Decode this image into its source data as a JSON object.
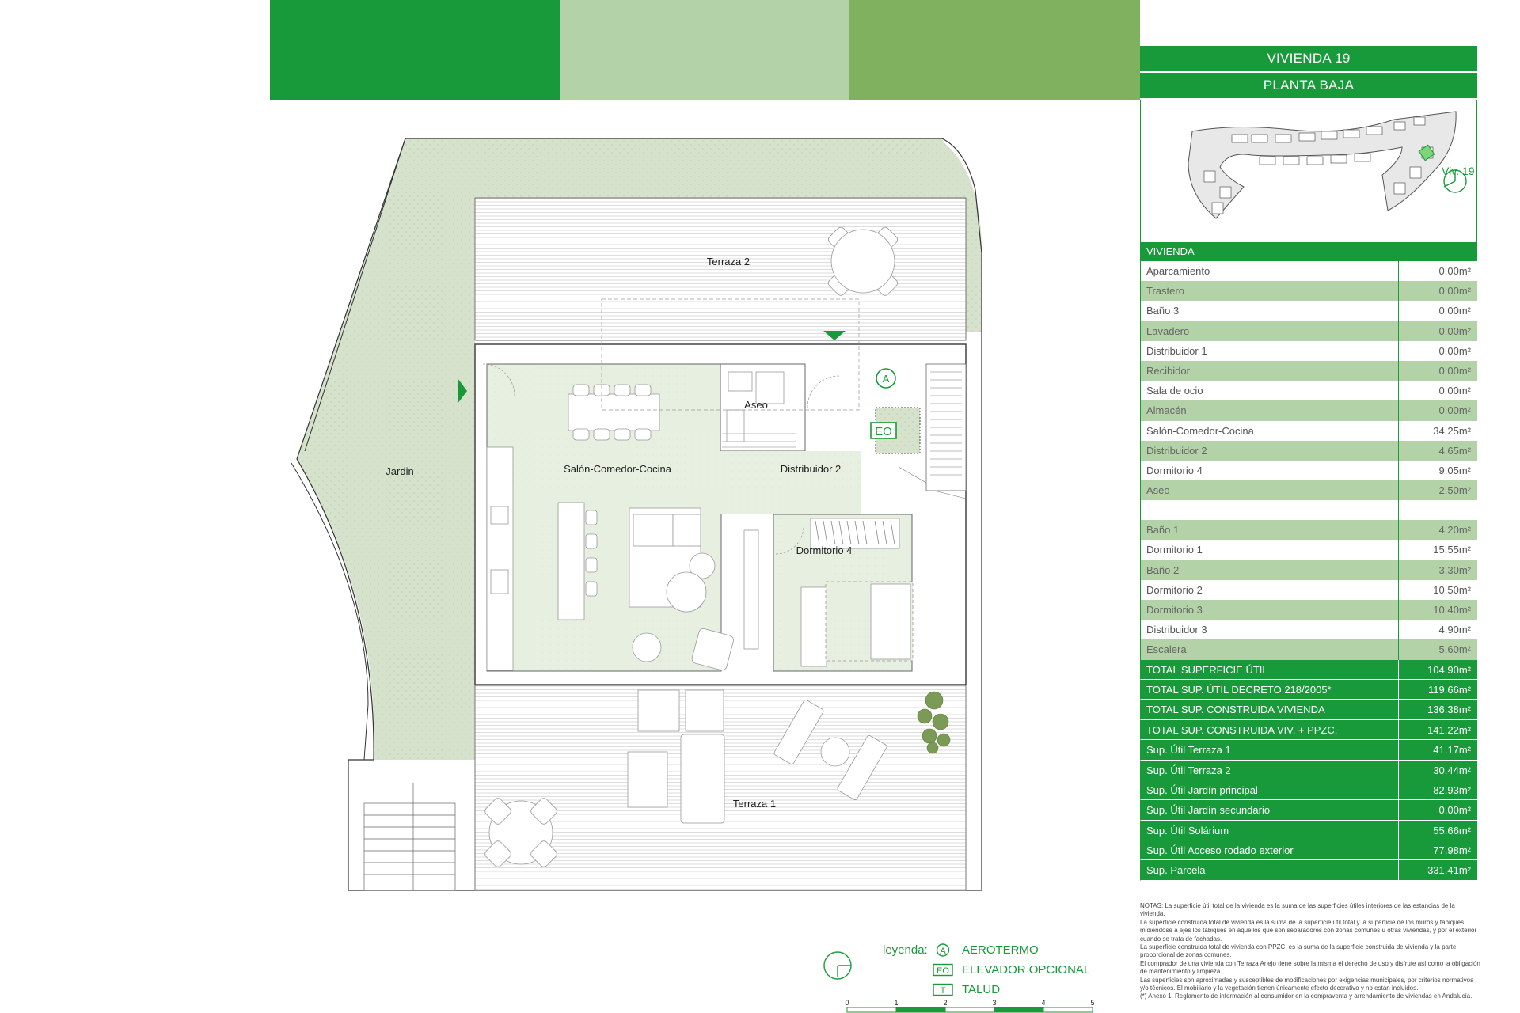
{
  "header": {
    "title": "VIVIENDA 19",
    "subtitle": "PLANTA BAJA"
  },
  "keymap": {
    "unit_label": "Viv. 19"
  },
  "plan": {
    "rooms": {
      "terraza2": "Terraza 2",
      "jardin": "Jardin",
      "salon": "Salón-Comedor-Cocina",
      "aseo": "Aseo",
      "distribuidor2": "Distribuidor 2",
      "dormitorio4": "Dormitorio 4",
      "terraza1": "Terraza 1"
    },
    "symbols": {
      "aerotermo": "A",
      "elevador": "EO"
    }
  },
  "table": {
    "section": "VIVIENDA",
    "rows": [
      {
        "label": "Aparcamiento",
        "value": "0.00m²"
      },
      {
        "label": "Trastero",
        "value": "0.00m²"
      },
      {
        "label": "Baño 3",
        "value": "0.00m²"
      },
      {
        "label": "Lavadero",
        "value": "0.00m²"
      },
      {
        "label": "Distribuidor 1",
        "value": "0.00m²"
      },
      {
        "label": "Recibidor",
        "value": "0.00m²"
      },
      {
        "label": "Sala de ocio",
        "value": "0.00m²"
      },
      {
        "label": "Almacén",
        "value": "0.00m²"
      },
      {
        "label": "Salón-Comedor-Cocina",
        "value": "34.25m²"
      },
      {
        "label": "Distribuidor 2",
        "value": "4.65m²"
      },
      {
        "label": "Dormitorio 4",
        "value": "9.05m²"
      },
      {
        "label": "Aseo",
        "value": "2.50m²"
      }
    ],
    "rows2": [
      {
        "label": "Baño 1",
        "value": "4.20m²"
      },
      {
        "label": "Dormitorio 1",
        "value": "15.55m²"
      },
      {
        "label": "Baño 2",
        "value": "3.30m²"
      },
      {
        "label": "Dormitorio 2",
        "value": "10.50m²"
      },
      {
        "label": "Dormitorio 3",
        "value": "10.40m²"
      },
      {
        "label": "Distribuidor 3",
        "value": "4.90m²"
      },
      {
        "label": "Escalera",
        "value": "5.60m²"
      }
    ],
    "totals": [
      {
        "label": "TOTAL SUPERFICIE ÚTIL",
        "value": "104.90m²"
      },
      {
        "label": "TOTAL SUP. ÚTIL DECRETO 218/2005*",
        "value": "119.66m²"
      },
      {
        "label": "TOTAL SUP. CONSTRUIDA VIVIENDA",
        "value": "136.38m²"
      },
      {
        "label": "TOTAL SUP. CONSTRUIDA VIV. + PPZC.",
        "value": "141.22m²"
      },
      {
        "label": "Sup. Útil Terraza 1",
        "value": "41.17m²"
      },
      {
        "label": "Sup. Útil Terraza 2",
        "value": "30.44m²"
      },
      {
        "label": "Sup. Útil Jardín principal",
        "value": "82.93m²"
      },
      {
        "label": "Sup. Útil Jardín secundario",
        "value": "0.00m²"
      },
      {
        "label": "Sup. Útil Solárium",
        "value": "55.66m²"
      },
      {
        "label": "Sup. Útil Acceso rodado exterior",
        "value": "77.98m²"
      },
      {
        "label": "Sup. Parcela",
        "value": "331.41m²"
      }
    ]
  },
  "notes": [
    "NOTAS: La superficie útil total de la vivienda es la suma de las superficies útiles interiores de las estancias de la vivienda.",
    "La superficie construida total de vivienda es la suma de la superficie útil total y la superficie de los muros y tabiques, midiéndose a ejes los tabiques en aquellos que son separadores con zonas comunes u otras viviendas, y por el exterior cuando se trata de fachadas.",
    "La superficie construida total de vivienda con PPZC, es la suma de la superficie construida de vivienda y la parte proporcional de zonas comunes.",
    "El comprador de una vivienda con Terraza Anejo tiene sobre la misma el derecho de uso y disfrute así como la obligación de mantenimiento y limpieza.",
    "Las superficies son aproximadas y susceptibles de modificaciones por exigencias municipales, por criterios normativos y/o técnicos. El mobiliario y la vegetación tienen únicamente efecto decorativo y no están incluidos.",
    "(*) Anexo 1. Reglamento de información al consumidor en la compraventa y arrendamiento de viviendas en Andalucía."
  ],
  "legend": {
    "title": "leyenda:",
    "items": [
      {
        "symbol": "A",
        "label": "AEROTERMO"
      },
      {
        "symbol": "EO",
        "label": "ELEVADOR OPCIONAL"
      },
      {
        "symbol": "T",
        "label": "TALUD"
      }
    ]
  },
  "scale": {
    "ticks": [
      "0",
      "1",
      "2",
      "3",
      "4",
      "5"
    ]
  }
}
